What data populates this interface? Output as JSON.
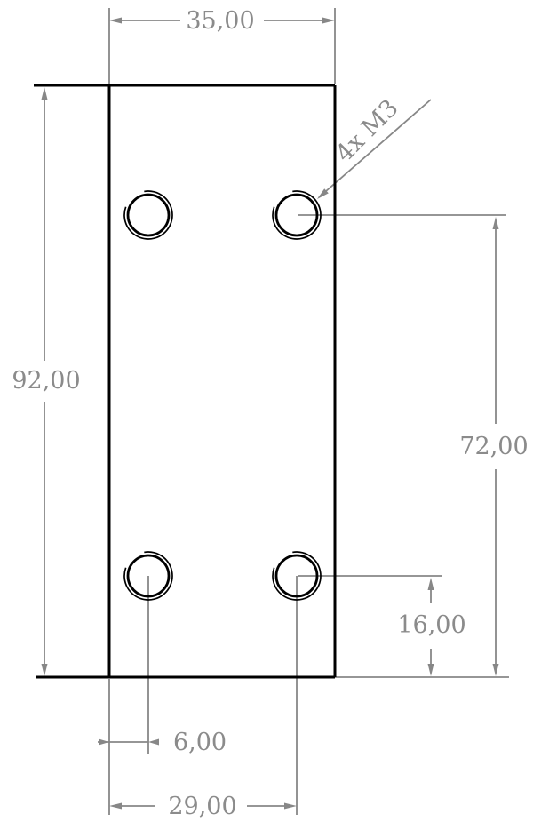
{
  "colors": {
    "background": "#ffffff",
    "object_line": "#000000",
    "dimension_line": "#878787",
    "dimension_text": "#8b8b8b"
  },
  "dimensions": {
    "plate_width": "35,00",
    "plate_height": "92,00",
    "hole_span_vertical": "72,00",
    "hole_offset_bottom": "16,00",
    "hole_offset_left": "6,00",
    "hole_span_horizontal": "29,00"
  },
  "annotations": {
    "thread_callout": "4x M3"
  }
}
